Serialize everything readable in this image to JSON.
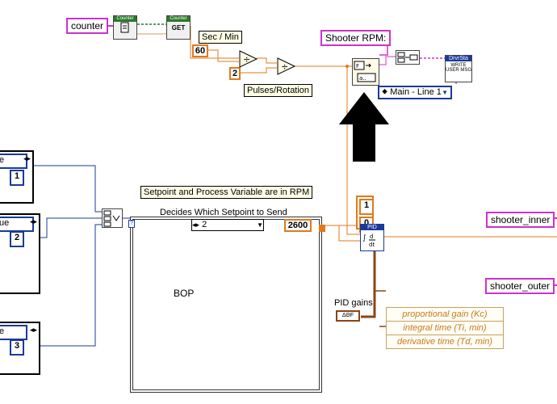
{
  "globals": {
    "counter": "counter",
    "shooter_rpm": "Shooter RPM:",
    "shooter_inner": "shooter_inner",
    "shooter_outer": "shooter_outer"
  },
  "counter_nodes": {
    "open": "Counter",
    "get_top": "Counter",
    "get_bottom": "GET"
  },
  "labels": {
    "sec_per_min": "Sec / Min",
    "pulses_per_rotation": "Pulses/Rotation",
    "setpoint_note": "Setpoint and Process Variable are in RPM",
    "decides_setpoint": "Decides Which Setpoint to Send",
    "pid_gains": "PID gains"
  },
  "constants": {
    "sixty": "60",
    "two": "2",
    "setpoint_value": "2600",
    "range_high": "1",
    "range_low": "0",
    "index_1": "1",
    "index_2": "2",
    "index_3": "3"
  },
  "case_structure": {
    "selector_value": "2",
    "body_text": "BOP"
  },
  "driver_station": {
    "ring_value": "Main - Line 1",
    "node_top": "DrvrSta",
    "node_lines": "WRITE USER MSG"
  },
  "pid": {
    "title": "PID",
    "gains_control": "ΔΘF"
  },
  "pid_gains_cluster": [
    "proportional gain (Kc)",
    "integral time (Ti, min)",
    "derivative time (Td, min)"
  ],
  "left_rings": {
    "r1": "e",
    "r2": "ue",
    "r3": "e"
  },
  "colors": {
    "wire_orange": "#e07a1a",
    "wire_blue": "#1a3a9a",
    "wire_pink": "#cc33cc",
    "wire_tan": "#c8a060"
  }
}
